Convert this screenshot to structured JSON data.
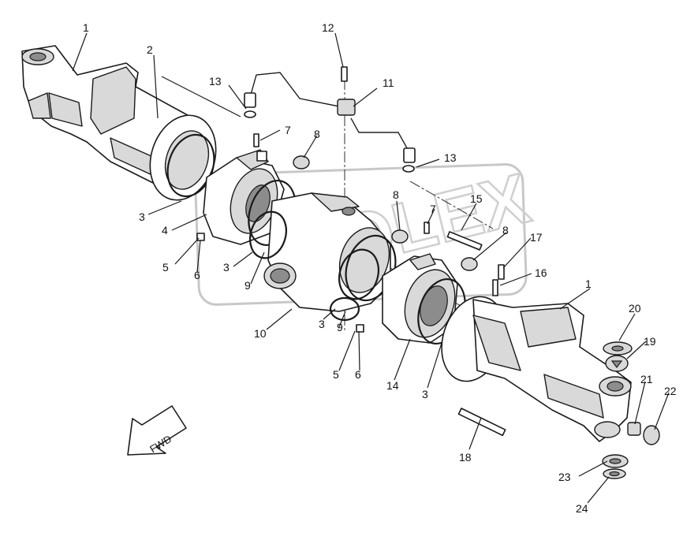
{
  "diagram": {
    "fwd_label": "FWD",
    "watermark_text": "OLEX",
    "callouts": [
      "1",
      "2",
      "13",
      "12",
      "11",
      "7",
      "8",
      "13",
      "3",
      "4",
      "5",
      "6",
      "3",
      "9",
      "8",
      "7",
      "15",
      "8",
      "17",
      "16",
      "1",
      "20",
      "19",
      "10",
      "3",
      "9",
      "5",
      "6",
      "14",
      "3",
      "21",
      "22",
      "18",
      "23",
      "24"
    ]
  }
}
